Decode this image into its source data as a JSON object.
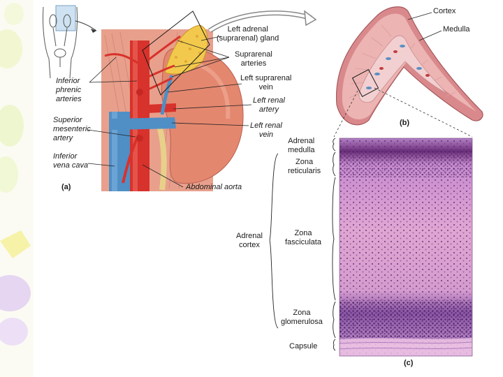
{
  "panel_a": {
    "tag": "(a)",
    "labels": {
      "left_adrenal_gland": [
        "Left adrenal",
        "(suprarenal) gland"
      ],
      "suprarenal_arteries": [
        "Suprarenal",
        "arteries"
      ],
      "left_suprarenal_vein": [
        "Left suprarenal",
        "vein"
      ],
      "left_renal_artery": [
        "Left renal",
        "artery"
      ],
      "left_renal_vein": [
        "Left renal",
        "vein"
      ],
      "inferior_phrenic_arteries": [
        "Inferior",
        "phrenic",
        "arteries"
      ],
      "superior_mesenteric_artery": [
        "Superior",
        "mesenteric",
        "artery"
      ],
      "inferior_vena_cava": [
        "Inferior",
        "vena cava"
      ],
      "abdominal_aorta": "Abdominal aorta"
    }
  },
  "panel_b": {
    "tag": "(b)",
    "labels": {
      "cortex": "Cortex",
      "medulla": "Medulla"
    }
  },
  "panel_c": {
    "tag": "(c)",
    "labels": {
      "adrenal_medulla": [
        "Adrenal",
        "medulla"
      ],
      "zona_reticularis": [
        "Zona",
        "reticularis"
      ],
      "adrenal_cortex": [
        "Adrenal",
        "cortex"
      ],
      "zona_fasciculata": [
        "Zona",
        "fasciculata"
      ],
      "zona_glomerulosa": [
        "Zona",
        "glomerulosa"
      ],
      "capsule": "Capsule"
    }
  },
  "colors": {
    "artery_red": "#d8322c",
    "vein_blue": "#4f8fc6",
    "kidney": "#e58a78",
    "adrenal_gland": "#f2c94c",
    "muscle": "#e59a86",
    "cortex_pink": "#eaa2a8",
    "stain_pink": "#d98fc0",
    "stain_purple": "#7a3f8f",
    "left_border_deco": "#c9e08a"
  }
}
